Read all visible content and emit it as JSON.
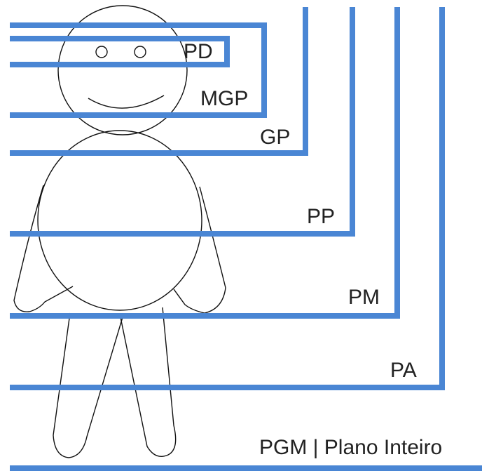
{
  "colors": {
    "frame": "#4a86d4",
    "stroke": "#111111",
    "background": "#ffffff"
  },
  "shots": [
    {
      "id": "pd",
      "label": "PD"
    },
    {
      "id": "mgp",
      "label": "MGP"
    },
    {
      "id": "gp",
      "label": "GP"
    },
    {
      "id": "pp",
      "label": "PP"
    },
    {
      "id": "pm",
      "label": "PM"
    },
    {
      "id": "pa",
      "label": "PA"
    },
    {
      "id": "pgm",
      "label": "PGM | Plano Inteiro"
    }
  ]
}
